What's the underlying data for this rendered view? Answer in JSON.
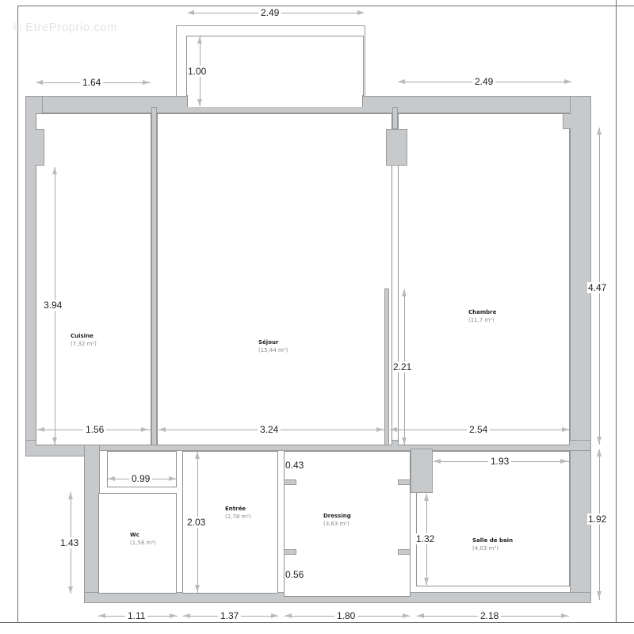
{
  "watermark": "© EtreProprio.com",
  "colors": {
    "wall_fill": "#c8c9cb",
    "wall_stroke": "#9a9b9d",
    "room_fill": "#ffffff",
    "dimension_line": "#a8a8a8",
    "label_text": "#222222",
    "area_text": "#8a8a8a"
  },
  "rooms": [
    {
      "name": "Cuisine",
      "area": "(7,32 m²)"
    },
    {
      "name": "Séjour",
      "area": "(15,44 m²)"
    },
    {
      "name": "Chambre",
      "area": "(11,7 m²)"
    },
    {
      "name": "Wc",
      "area": "(1,58 m²)"
    },
    {
      "name": "Entrée",
      "area": "(2,78 m²)"
    },
    {
      "name": "Dressing",
      "area": "(3,63 m²)"
    },
    {
      "name": "Salle de bain",
      "area": "(4,03 m²)"
    }
  ],
  "dimensions": {
    "balcony_width": "2.49",
    "balcony_depth": "1.00",
    "top_left_width": "1.64",
    "top_right_width": "2.49",
    "right_upper_height": "4.47",
    "right_lower_height": "1.92",
    "cuisine_height": "3.94",
    "cuisine_width": "1.56",
    "sejour_width": "3.24",
    "chambre_partition_height": "2.21",
    "chambre_width": "2.54",
    "wc_upper_width": "0.99",
    "wc_height": "1.43",
    "entree_height": "2.03",
    "dressing_top": "0.43",
    "dressing_bottom": "0.56",
    "bath_width": "1.93",
    "bath_height": "1.32",
    "bottom_1": "1.11",
    "bottom_2": "1.37",
    "bottom_3": "1.80",
    "bottom_4": "2.18"
  }
}
